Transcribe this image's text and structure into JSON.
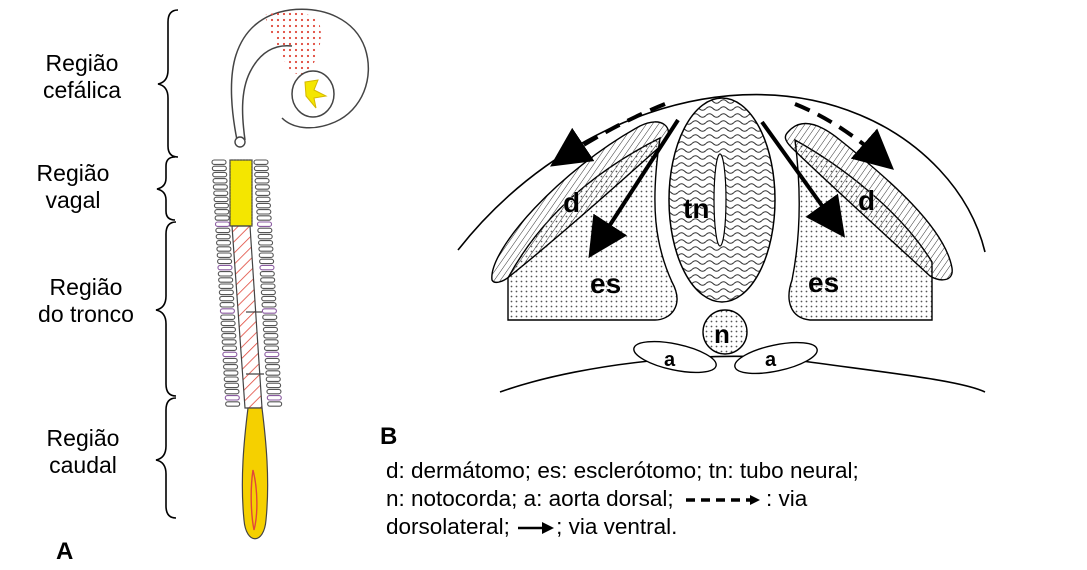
{
  "panel_a": {
    "letter": "A",
    "regions": {
      "cefalica": [
        "Região",
        "cefálica"
      ],
      "vagal": [
        "Região",
        "vagal"
      ],
      "tronco": [
        "Região",
        "do tronco"
      ],
      "caudal": [
        "Região",
        "caudal"
      ]
    }
  },
  "panel_b": {
    "letter": "B",
    "labels": {
      "d": "d",
      "es": "es",
      "tn": "tn",
      "n": "n",
      "a": "a"
    }
  },
  "legend": {
    "line1": "d: dermátomo; es: esclerótomo; tn: tubo neural;",
    "line2_a": "n: notocorda; a: aorta dorsal;",
    "line2_b": ": via",
    "line3_a": "dorsolateral;",
    "line3_b": "; via ventral."
  },
  "colors": {
    "vagal_fill": "#f4e600",
    "trunk_hatch": "#e0473a",
    "head_dots": "#e0473a",
    "caudal_fill": "#f5d000",
    "caudal_outline": "#e0473a",
    "somite_outline": "#555555"
  }
}
